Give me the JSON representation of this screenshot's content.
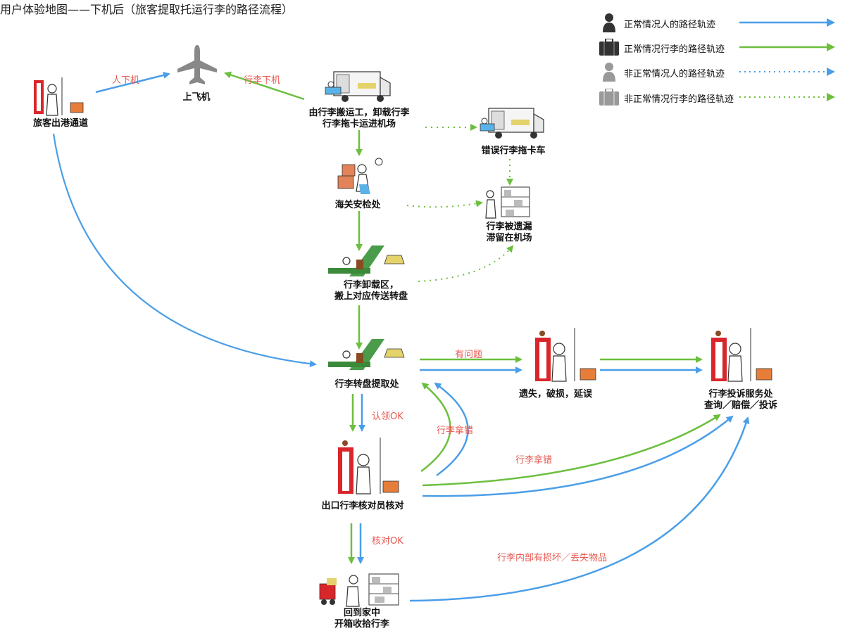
{
  "title": "用户体验地图——下机后（旅客提取托运行李的路径流程）",
  "colors": {
    "person": "#4a9ee8",
    "luggage": "#6cbf3e",
    "label_red": "#e8584f"
  },
  "legend": [
    {
      "label": "正常情况人的路径轨迹",
      "icon": "person-icon",
      "line": "solid-blue"
    },
    {
      "label": "正常情况行李的路径轨迹",
      "icon": "luggage-icon",
      "line": "solid-green"
    },
    {
      "label": "非正常情况人的路径轨迹",
      "icon": "person-icon-gray",
      "line": "dotted-blue"
    },
    {
      "label": "非正常情况行李的路径轨迹",
      "icon": "luggage-icon-gray",
      "line": "dotted-green"
    }
  ],
  "nodes": {
    "exit_passage": "旅客出港通道",
    "plane": "上飞机",
    "unload_line1": "由行李搬运工，卸载行李",
    "unload_line2": "行李拖卡运进机场",
    "wrong_truck": "错误行李拖卡车",
    "customs": "海关安检处",
    "left_line1": "行李被遗漏",
    "left_line2": "滞留在机场",
    "unload_area_line1": "行李卸载区，",
    "unload_area_line2": "搬上对应传送转盘",
    "carousel": "行李转盘提取处",
    "lost": "遗失，破损，延误",
    "complaint_line1": "行李投诉服务处",
    "complaint_line2": "查询／赔偿／投诉",
    "check": "出口行李核对员核对",
    "home_line1": "回到家中",
    "home_line2": "开箱收拾行李"
  },
  "edge_labels": {
    "person_off": "人下机",
    "luggage_off": "行李下机",
    "problem": "有问题",
    "claim_ok": "认领OK",
    "wrong_take_1": "行李拿错",
    "wrong_take_2": "行李拿错",
    "check_ok": "核对OK",
    "damage": "行李内部有损坏／丢失物品"
  }
}
